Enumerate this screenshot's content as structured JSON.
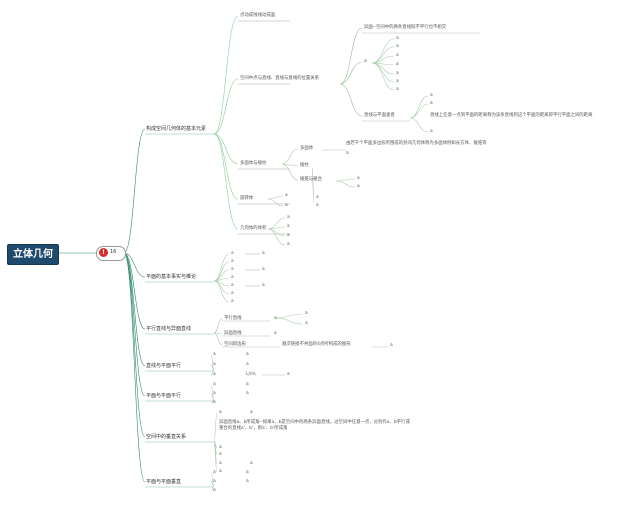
{
  "root": {
    "title": "立体几何",
    "badge_count": "!",
    "badge_label": "16"
  },
  "branches": {
    "b1": {
      "label": "构成空间几何体的基本元素"
    },
    "b1a": {
      "label": "点动成线线动成面"
    },
    "b1b": {
      "label": "空间中点与直线、直线与直线的位置关系"
    },
    "b1b1": {
      "label": "异面--空间中的两条直线既不平行也不相交"
    },
    "b1b2": {
      "label": "a"
    },
    "b1b3": {
      "label": "直线与平面垂直"
    },
    "b1b3d": {
      "label": "直线上任意一点到平面的距离称为该条直线到这个平面的距离即平行平面之间的距离"
    },
    "b1c": {
      "label": "多面体与棱柱"
    },
    "b1c1": {
      "label": "多面体"
    },
    "b1c1d": {
      "label": "由若干个平面多边形所围成的封闭几何体称为多面体例如长方体、棱锥等"
    },
    "b1c2": {
      "label": "棱柱"
    },
    "b1c3": {
      "label": "棱锥与棱台"
    },
    "b1d": {
      "label": "旋转体"
    },
    "b1e": {
      "label": "几何体的体积"
    },
    "b2": {
      "label": "平面的基本事实与推论"
    },
    "b3": {
      "label": "平行直线与异面直线"
    },
    "b3a": {
      "label": "平行直线"
    },
    "b3b": {
      "label": "异面直线"
    },
    "b3c": {
      "label": "空间四边形"
    },
    "b3cd": {
      "label": "顺次链接不共面的4点所构成的图形"
    },
    "b4": {
      "label": "直线与平面平行"
    },
    "b4l": {
      "label": "L//m"
    },
    "b5": {
      "label": "平面与平面平行"
    },
    "b6": {
      "label": "空间中的垂直关系"
    },
    "b6d": {
      "label": "异面直线a、b所成角--如果a、b是空间中的两条异面直线，过空间中任意一点，分别作a、b平行或重合的直线a'、b'，则a'、b'所成角"
    },
    "b7": {
      "label": "平面与平面垂直"
    }
  },
  "leaf": "a"
}
